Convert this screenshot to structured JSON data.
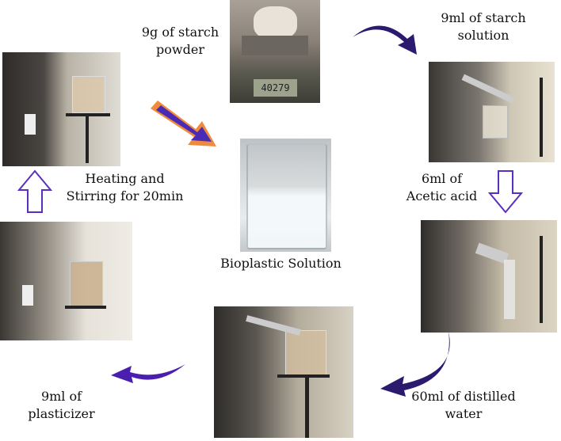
{
  "steps": {
    "starch_powder": [
      "9g of starch",
      "powder"
    ],
    "starch_solution": [
      "9ml of starch",
      "solution"
    ],
    "acetic_acid": [
      "6ml of",
      "Acetic acid"
    ],
    "distilled_water": [
      "60ml of  distilled",
      "water"
    ],
    "plasticizer": [
      "9ml of",
      "plasticizer"
    ],
    "heating": [
      "Heating and",
      "Stirring for 20min"
    ],
    "result": "Bioplastic Solution"
  },
  "scale_readout": "40279",
  "colors": {
    "arrow_purple": "#4a1fb0",
    "arrow_orange": "#f08a3c",
    "arrow_dark": "#2b1a6e"
  }
}
